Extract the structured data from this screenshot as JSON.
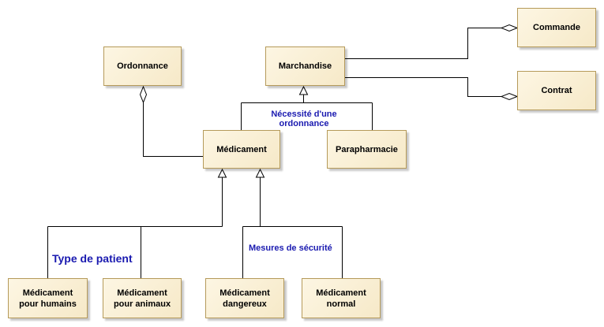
{
  "classes": {
    "ordonnance": "Ordonnance",
    "marchandise": "Marchandise",
    "commande": "Commande",
    "contrat": "Contrat",
    "medicament": "Médicament",
    "parapharmacie": "Parapharmacie",
    "medicament_humains": "Médicament\npour humains",
    "medicament_animaux": "Médicament\npour animaux",
    "medicament_dangereux": "Médicament\ndangereux",
    "medicament_normal": "Médicament\nnormal"
  },
  "labels": {
    "necessite_ordonnance": "Nécessité d'une\nordonnance",
    "type_patient": "Type de patient",
    "mesures_securite": "Mesures de sécurité"
  },
  "colors": {
    "line": "#000000",
    "label_blue": "#1a1ab0",
    "box_border": "#b59a5a"
  }
}
